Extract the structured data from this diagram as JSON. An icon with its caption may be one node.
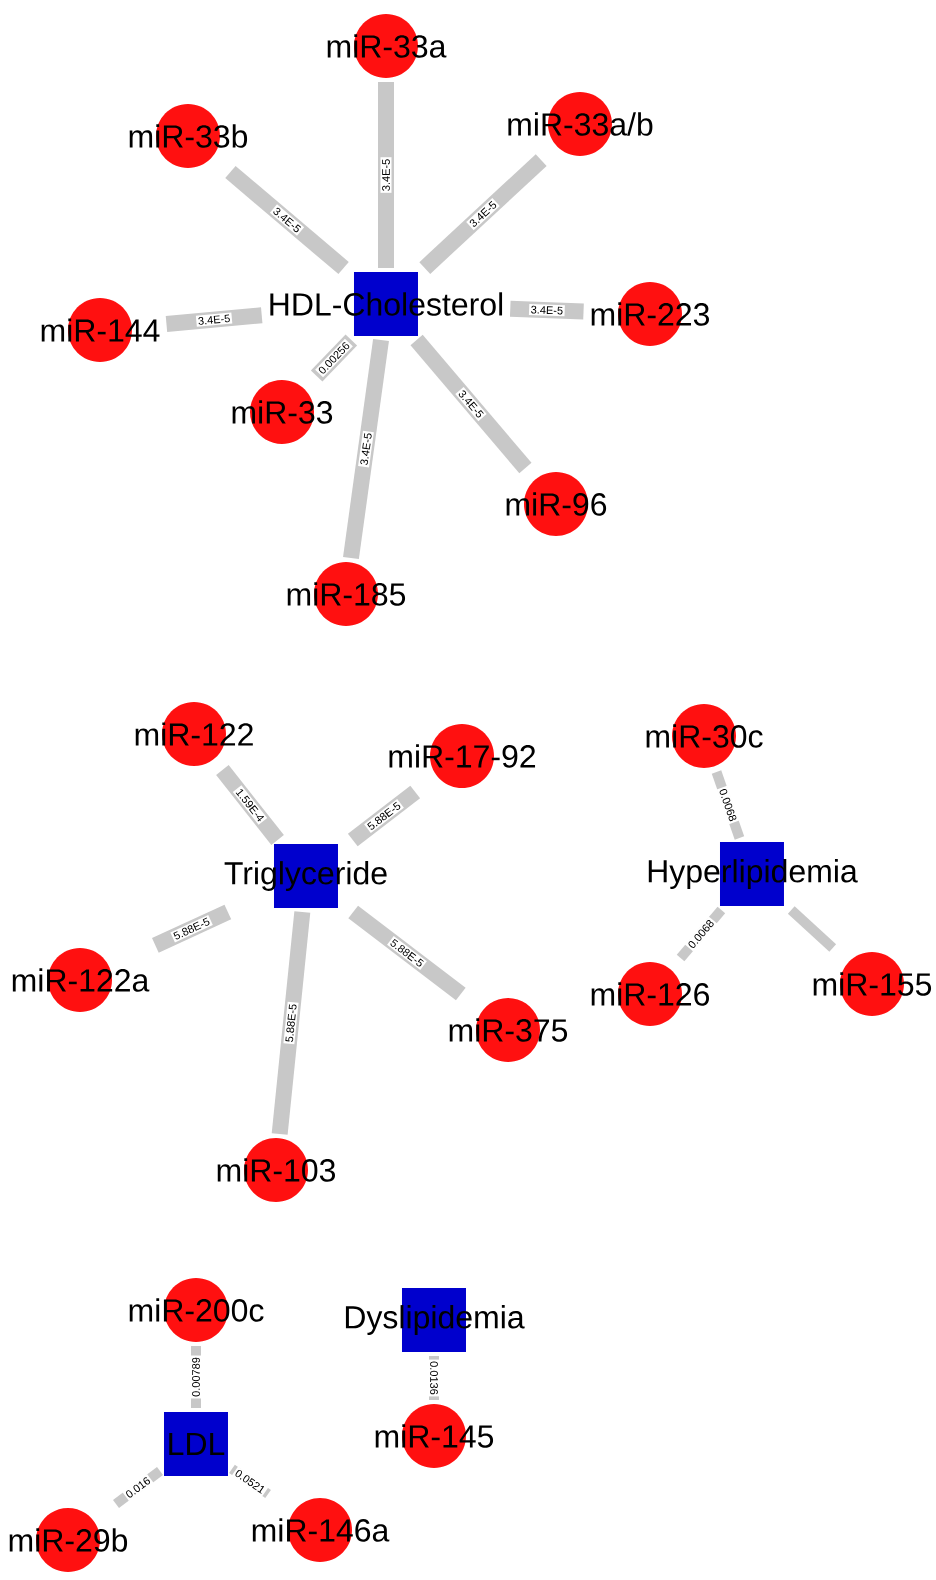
{
  "diagram": {
    "nodes": [
      {
        "text": [
          "HDL-Cholesterol"
        ]
      },
      {
        "text": [
          "miR-33a"
        ]
      },
      {
        "text": [
          "miR-33b"
        ]
      },
      {
        "text": [
          "miR-33a/b"
        ]
      },
      {
        "text": [
          "miR-144"
        ]
      },
      {
        "text": [
          "miR-223"
        ]
      },
      {
        "text": [
          "miR-33"
        ]
      },
      {
        "text": [
          "miR-96"
        ]
      },
      {
        "text": [
          "miR-185"
        ]
      },
      {
        "text": [
          "Triglyceride"
        ]
      },
      {
        "text": [
          "miR-122"
        ]
      },
      {
        "text": [
          "miR-17-92"
        ]
      },
      {
        "text": [
          "miR-122a"
        ]
      },
      {
        "text": [
          "miR-375"
        ]
      },
      {
        "text": [
          "miR-103"
        ]
      },
      {
        "text": [
          "Hyperlipidemia"
        ]
      },
      {
        "text": [
          "miR-30c"
        ]
      },
      {
        "text": [
          "miR-155"
        ]
      },
      {
        "text": [
          "miR-126"
        ]
      },
      {
        "text": [
          "LDL"
        ]
      },
      {
        "text": [
          "miR-200c"
        ]
      },
      {
        "text": [
          "miR-29b"
        ]
      },
      {
        "text": [
          "miR-146a"
        ]
      },
      {
        "text": [
          "Dyslipidemia"
        ]
      },
      {
        "text": [
          "miR-145"
        ]
      }
    ],
    "edges": [
      {
        "from": 0,
        "to": 1,
        "arrow": "none",
        "label": "3.4E-5"
      },
      {
        "from": 0,
        "to": 2,
        "arrow": "none",
        "label": "3.4E-5"
      },
      {
        "from": 0,
        "to": 3,
        "arrow": "none",
        "label": "3.4E-5"
      },
      {
        "from": 0,
        "to": 4,
        "arrow": "none",
        "label": "3.4E-5"
      },
      {
        "from": 0,
        "to": 5,
        "arrow": "none",
        "label": "3.4E-5"
      },
      {
        "from": 0,
        "to": 6,
        "arrow": "none",
        "label": "0.00256"
      },
      {
        "from": 0,
        "to": 7,
        "arrow": "none",
        "label": "3.4E-5"
      },
      {
        "from": 0,
        "to": 8,
        "arrow": "none",
        "label": "3.4E-5"
      },
      {
        "from": 9,
        "to": 10,
        "arrow": "none",
        "label": "1.59E-4"
      },
      {
        "from": 9,
        "to": 11,
        "arrow": "none",
        "label": "5.88E-5"
      },
      {
        "from": 9,
        "to": 12,
        "arrow": "none",
        "label": "5.88E-5"
      },
      {
        "from": 9,
        "to": 13,
        "arrow": "none",
        "label": "5.88E-5"
      },
      {
        "from": 9,
        "to": 14,
        "arrow": "none",
        "label": "5.88E-5"
      },
      {
        "from": 15,
        "to": 16,
        "arrow": "none",
        "label": "0.0068"
      },
      {
        "from": 15,
        "to": 17,
        "arrow": "none"
      },
      {
        "from": 15,
        "to": 18,
        "arrow": "none",
        "label": "0.0068"
      },
      {
        "from": 19,
        "to": 20,
        "arrow": "none",
        "label": "0.00789"
      },
      {
        "from": 19,
        "to": 21,
        "arrow": "none",
        "label": "0.016"
      },
      {
        "from": 19,
        "to": 22,
        "arrow": "none",
        "label": "0.0521"
      },
      {
        "from": 23,
        "to": 24,
        "arrow": "none",
        "label": "0.0136"
      }
    ]
  }
}
